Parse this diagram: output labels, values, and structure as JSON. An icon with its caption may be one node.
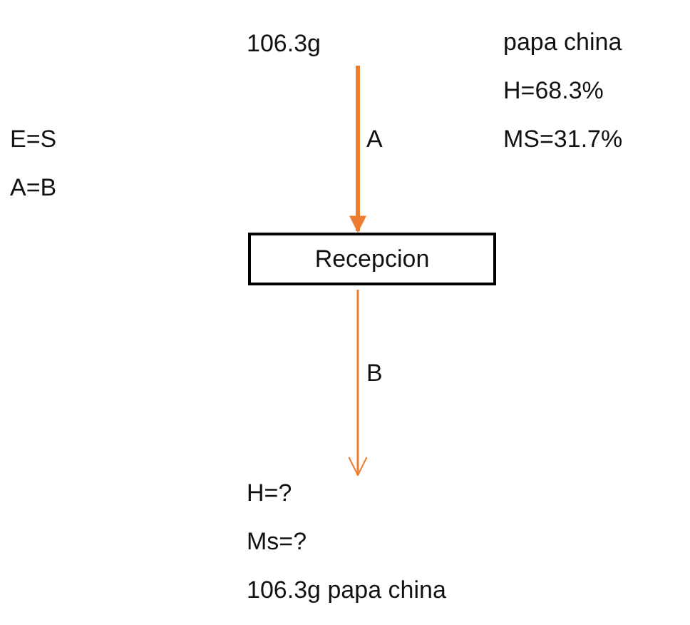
{
  "diagram": {
    "nodes": [
      {
        "text": [
          "106.3g"
        ]
      },
      {
        "text": [
          "Recepcion"
        ]
      },
      {
        "text": [
          "H=?",
          "Ms=?",
          "106.3g papa china"
        ]
      }
    ],
    "edges": [
      {
        "from": 0,
        "to": 1,
        "arrow": "to",
        "label": "A",
        "style": "thick"
      },
      {
        "from": 1,
        "to": 2,
        "arrow": "to",
        "label": "B"
      }
    ],
    "labels": [
      "papa china",
      "H=68.3%",
      "E=S",
      "MS=31.7%",
      "A=B"
    ]
  }
}
